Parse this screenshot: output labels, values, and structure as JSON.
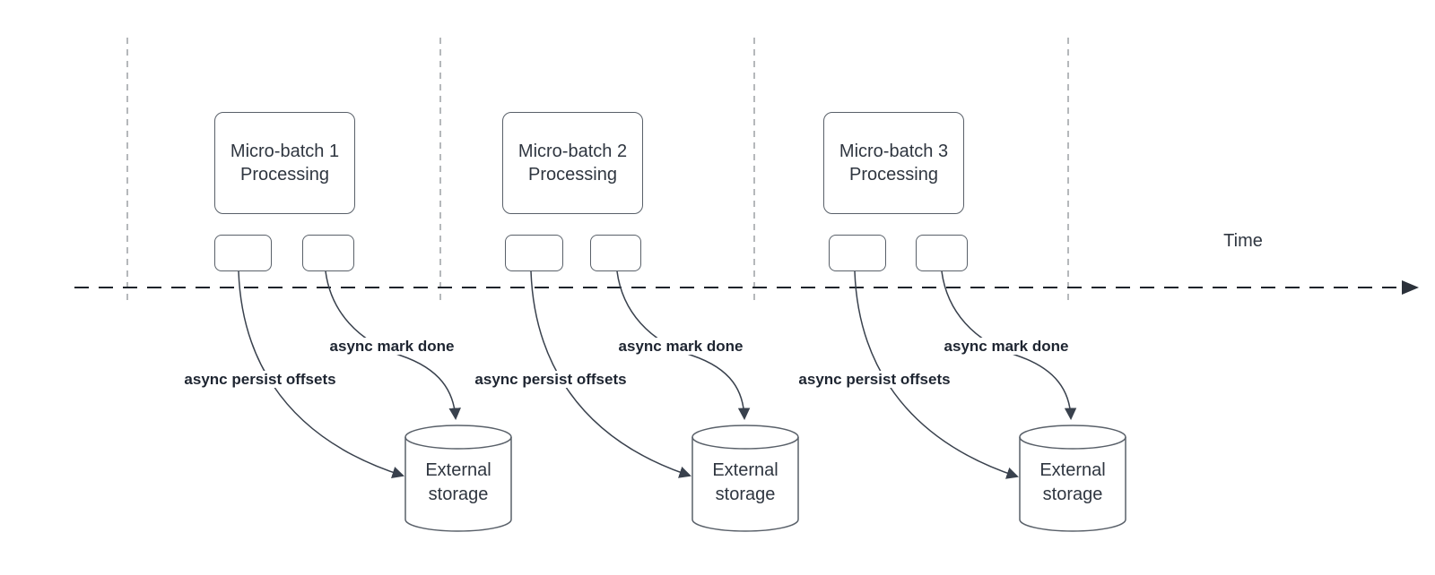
{
  "timeline": {
    "label": "Time"
  },
  "groups": [
    {
      "title_line1": "Micro-batch 1",
      "title_line2": "Processing",
      "persist_label": "async persist offsets",
      "mark_done_label": "async mark done",
      "storage_line1": "External",
      "storage_line2": "storage"
    },
    {
      "title_line1": "Micro-batch 2",
      "title_line2": "Processing",
      "persist_label": "async persist offsets",
      "mark_done_label": "async mark done",
      "storage_line1": "External",
      "storage_line2": "storage"
    },
    {
      "title_line1": "Micro-batch 3",
      "title_line2": "Processing",
      "persist_label": "async persist offsets",
      "mark_done_label": "async mark done",
      "storage_line1": "External",
      "storage_line2": "storage"
    }
  ],
  "colors": {
    "background": "#ffffff",
    "shape_stroke": "#596069",
    "curve_stroke": "#39414d",
    "timeline_stroke": "#1e232b",
    "guide_stroke": "#b5b8bb",
    "arrowhead_fill": "#39414d",
    "text": "#2f3640",
    "label_text": "#1e2531"
  }
}
